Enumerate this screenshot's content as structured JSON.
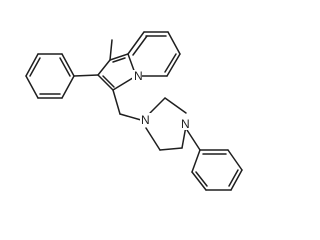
{
  "diagram": {
    "type": "chemical-structure",
    "atom_labels": {
      "n_indolizine": "N",
      "n_piperazine_1": "N",
      "n_piperazine_2": "N"
    },
    "colors": {
      "bond": "#1f1f1f",
      "background": "#ffffff"
    }
  }
}
